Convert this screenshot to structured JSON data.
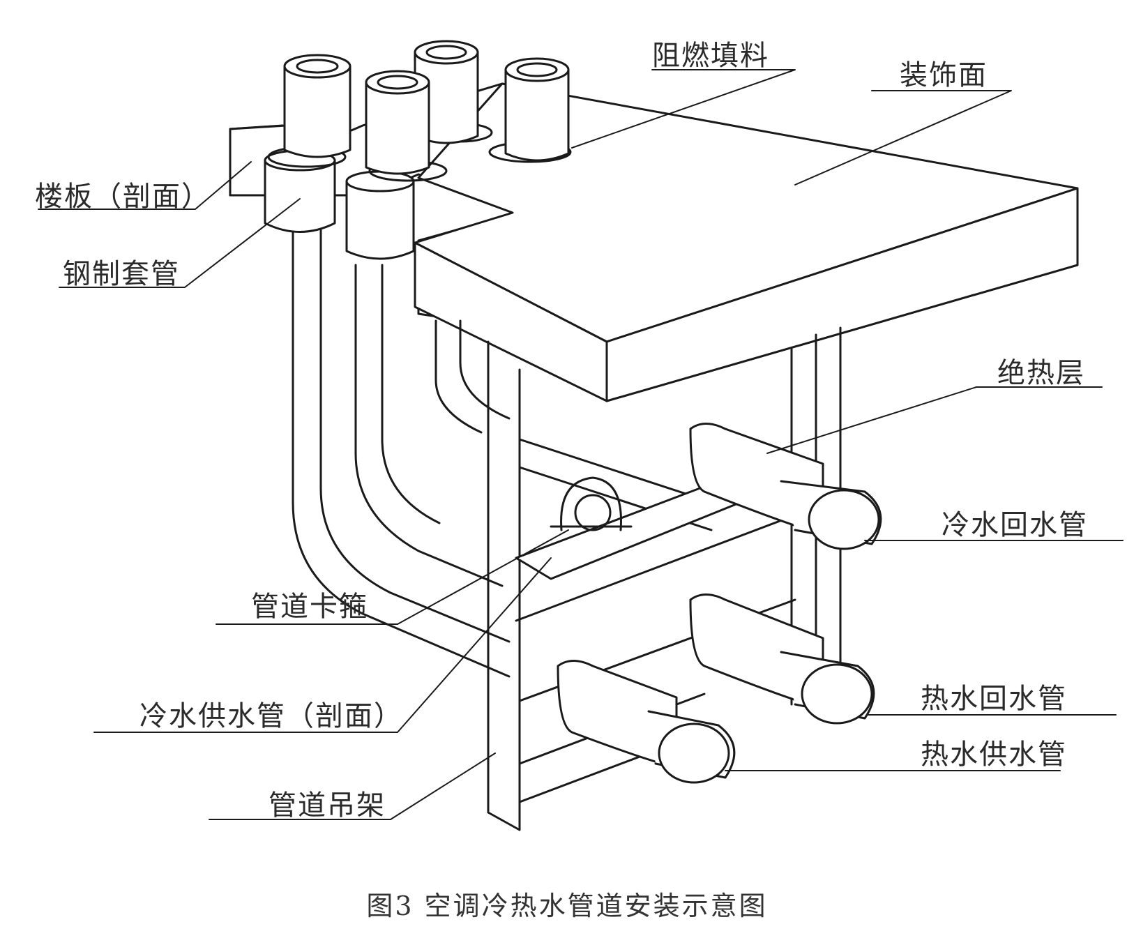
{
  "labels": {
    "floor_slab": "楼板（剖面）",
    "steel_sleeve": "钢制套管",
    "fire_filler": "阻燃填料",
    "finish_surface": "装饰面",
    "insulation": "绝热层",
    "chilled_return": "冷水回水管",
    "pipe_clamp": "管道卡箍",
    "chilled_supply": "冷水供水管（剖面）",
    "hot_return": "热水回水管",
    "hot_supply": "热水供水管",
    "hanger": "管道吊架"
  },
  "caption": "图3  空调冷热水管道安装示意图"
}
